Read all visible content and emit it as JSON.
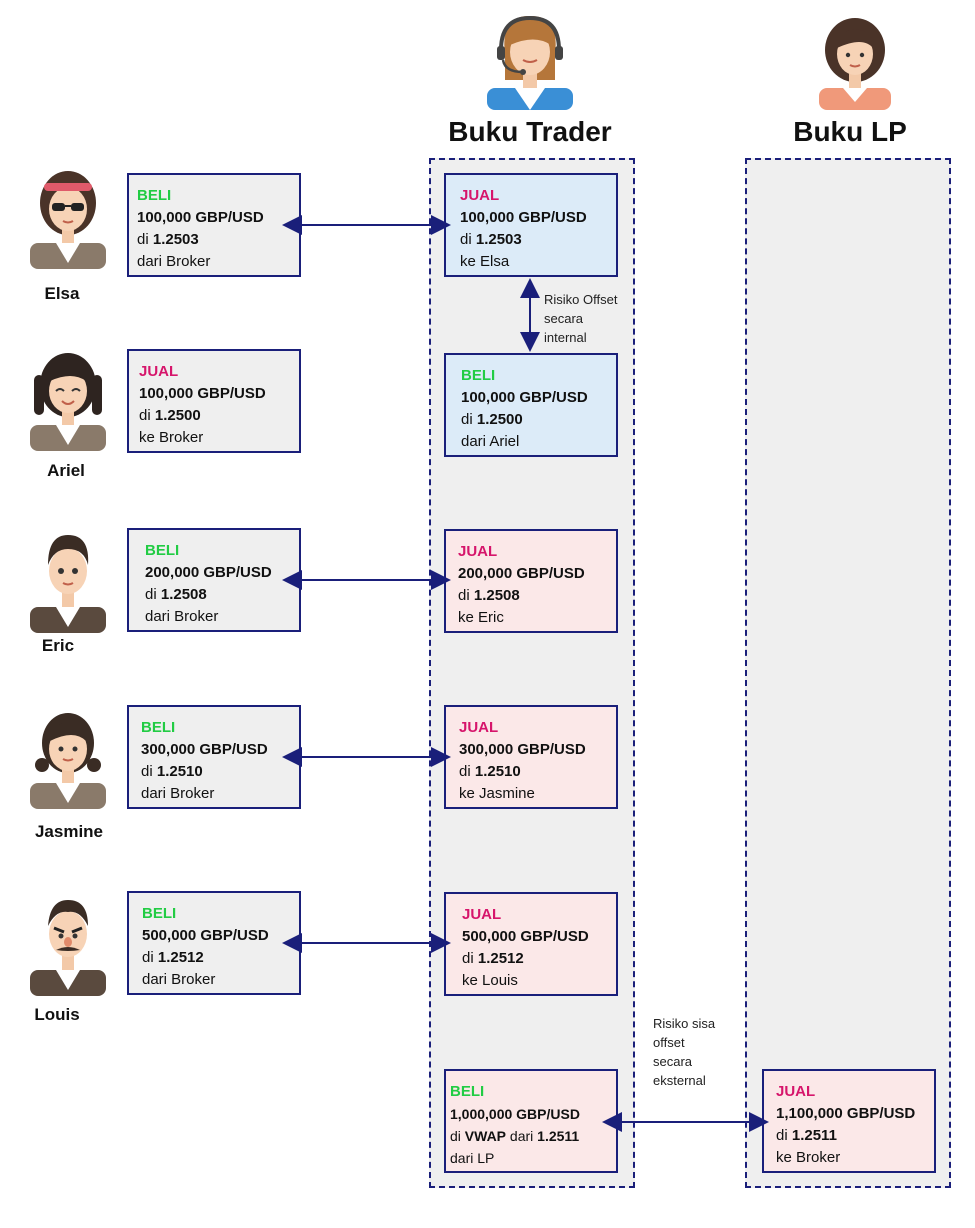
{
  "columns": {
    "trader_title": "Buku Trader",
    "lp_title": "Buku LP"
  },
  "clients": [
    {
      "name": "Elsa",
      "side": "BELI",
      "amount": "100,000 GBP/USD",
      "price_prefix": "di",
      "price": "1.2503",
      "counterparty": "dari Broker"
    },
    {
      "name": "Ariel",
      "side": "JUAL",
      "amount": "100,000 GBP/USD",
      "price_prefix": "di",
      "price": "1.2500",
      "counterparty": "ke Broker"
    },
    {
      "name": "Eric",
      "side": "BELI",
      "amount": "200,000 GBP/USD",
      "price_prefix": "di",
      "price": "1.2508",
      "counterparty": "dari Broker"
    },
    {
      "name": "Jasmine",
      "side": "BELI",
      "amount": "300,000 GBP/USD",
      "price_prefix": "di",
      "price": "1.2510",
      "counterparty": "dari Broker"
    },
    {
      "name": "Louis",
      "side": "BELI",
      "amount": "500,000 GBP/USD",
      "price_prefix": "di",
      "price": "1.2512",
      "counterparty": "dari Broker"
    }
  ],
  "trader_book": [
    {
      "side": "JUAL",
      "amount": "100,000 GBP/USD",
      "price_prefix": "di",
      "price": "1.2503",
      "counterparty": "ke Elsa"
    },
    {
      "side": "BELI",
      "amount": "100,000 GBP/USD",
      "price_prefix": "di",
      "price": "1.2500",
      "counterparty": "dari Ariel"
    },
    {
      "side": "JUAL",
      "amount": "200,000 GBP/USD",
      "price_prefix": "di",
      "price": "1.2508",
      "counterparty": "ke Eric"
    },
    {
      "side": "JUAL",
      "amount": "300,000 GBP/USD",
      "price_prefix": "di",
      "price": "1.2510",
      "counterparty": "ke Jasmine"
    },
    {
      "side": "JUAL",
      "amount": "500,000 GBP/USD",
      "price_prefix": "di",
      "price": "1.2512",
      "counterparty": "ke Louis"
    },
    {
      "side": "BELI",
      "amount": "1,000,000 GBP/USD",
      "price_prefix": "di",
      "vwap": "VWAP",
      "vwap_suffix": "dari",
      "price": "1.2511",
      "counterparty": "dari LP"
    }
  ],
  "lp_book": [
    {
      "side": "JUAL",
      "amount": "1,100,000 GBP/USD",
      "price_prefix": "di",
      "price": "1.2511",
      "counterparty": "ke Broker"
    }
  ],
  "notes": {
    "internal": [
      "Risiko Offset",
      "secara",
      "internal"
    ],
    "external": [
      "Risiko sisa",
      "offset",
      "secara",
      "eksternal"
    ]
  },
  "colors": {
    "buy": "#22cc44",
    "sell": "#d6156b",
    "border": "#1a1f7a"
  }
}
